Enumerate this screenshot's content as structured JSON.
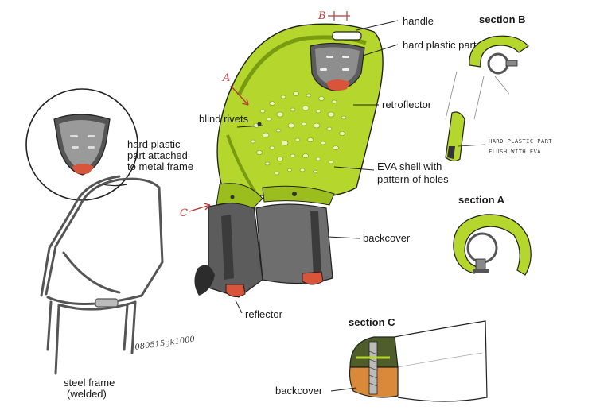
{
  "labels": {
    "handle": "handle",
    "hard_plastic_part": "hard plastic part",
    "retroflector": "retroflector",
    "blind_rivets": "blind rivets",
    "eva_shell_1": "EVA shell with",
    "eva_shell_2": "pattern of holes",
    "backcover": "backcover",
    "reflector": "reflector",
    "backcover_c": "backcover",
    "detail_1": "hard plastic",
    "detail_2": "part attached",
    "detail_3": "to metal frame",
    "steel_frame_1": "steel frame",
    "steel_frame_2": "(welded)"
  },
  "sections": {
    "b": "section B",
    "a": "section A",
    "c": "section C"
  },
  "section_markers": {
    "a": "A",
    "b": "B",
    "c": "C"
  },
  "handwritten": {
    "note_1": "HARD PLASTIC PART",
    "note_2": "FLUSH WITH EVA",
    "signature": "080515 jk1000"
  },
  "colors": {
    "shell_green": "#b5d62c",
    "shell_dark": "#7a9a12",
    "plastic_grey": "#5c5c5c",
    "reflector_red": "#d8543a",
    "orange": "#d9893a",
    "marker_red": "#b83a3a"
  }
}
